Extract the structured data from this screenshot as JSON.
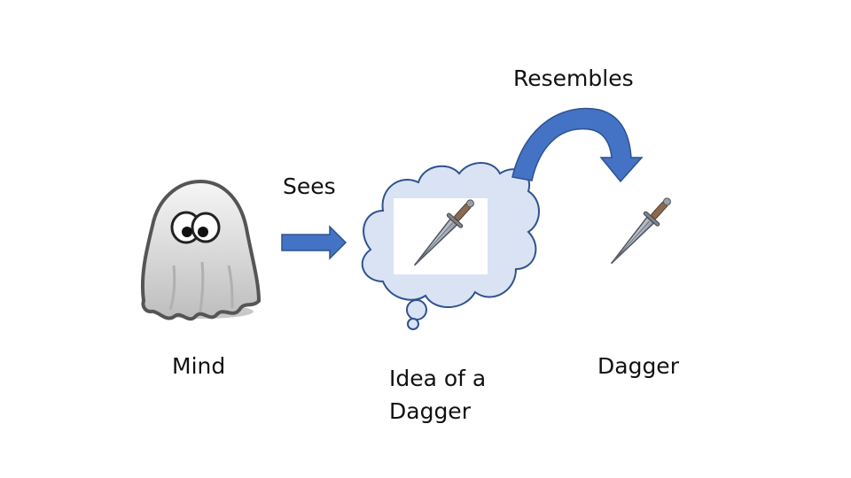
{
  "labels": {
    "resembles": "Resembles",
    "sees": "Sees",
    "mind": "Mind",
    "idea_line1": "Idea of a",
    "idea_line2": "Dagger",
    "dagger": "Dagger"
  },
  "colors": {
    "arrow_fill": "#4472c4",
    "arrow_stroke": "#2f528f",
    "cloud_fill": "#dae3f3",
    "cloud_stroke": "#2f528f",
    "ghost_body": "#dcdcdc",
    "blade": "#c8ccd4",
    "handle": "#8a6a52"
  },
  "icons": [
    "ghost-icon",
    "dagger-icon"
  ]
}
